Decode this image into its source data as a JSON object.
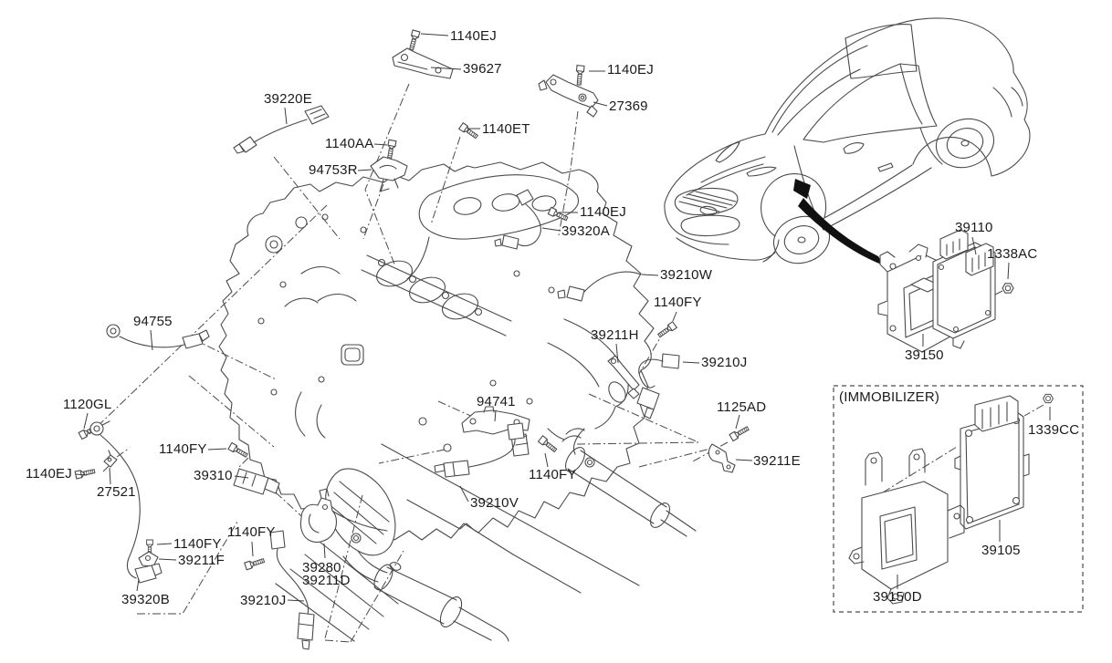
{
  "page": {
    "background": "#ffffff",
    "line_color": "#4a4a4a",
    "text_color": "#1a1a1a",
    "arrow_color": "#111111"
  },
  "diagram": {
    "kind": "engine-control-module-parts-diagram",
    "immobilizer_caption": "(IMMOBILIZER)"
  },
  "labels": [
    {
      "id": "1140EJ-a",
      "text": "1140EJ"
    },
    {
      "id": "39627",
      "text": "39627"
    },
    {
      "id": "1140EJ-b",
      "text": "1140EJ"
    },
    {
      "id": "27369",
      "text": "27369"
    },
    {
      "id": "39220E",
      "text": "39220E"
    },
    {
      "id": "1140ET",
      "text": "1140ET"
    },
    {
      "id": "1140AA",
      "text": "1140AA"
    },
    {
      "id": "94753R",
      "text": "94753R"
    },
    {
      "id": "1140EJ-c",
      "text": "1140EJ"
    },
    {
      "id": "39320A",
      "text": "39320A"
    },
    {
      "id": "39210W",
      "text": "39210W"
    },
    {
      "id": "1140FY-a",
      "text": "1140FY"
    },
    {
      "id": "39211H",
      "text": "39211H"
    },
    {
      "id": "39210J-a",
      "text": "39210J"
    },
    {
      "id": "94755",
      "text": "94755"
    },
    {
      "id": "1120GL",
      "text": "1120GL"
    },
    {
      "id": "1140FY-b",
      "text": "1140FY"
    },
    {
      "id": "39310",
      "text": "39310"
    },
    {
      "id": "1140EJ-d",
      "text": "1140EJ"
    },
    {
      "id": "27521",
      "text": "27521"
    },
    {
      "id": "94741",
      "text": "94741"
    },
    {
      "id": "1125AD",
      "text": "1125AD"
    },
    {
      "id": "39211E",
      "text": "39211E"
    },
    {
      "id": "1140FY-c",
      "text": "1140FY"
    },
    {
      "id": "39210V",
      "text": "39210V"
    },
    {
      "id": "1140FY-d",
      "text": "1140FY"
    },
    {
      "id": "39211F",
      "text": "39211F"
    },
    {
      "id": "1140FY-e",
      "text": "1140FY"
    },
    {
      "id": "39280",
      "text": "39280"
    },
    {
      "id": "39211D",
      "text": "39211D"
    },
    {
      "id": "39320B",
      "text": "39320B"
    },
    {
      "id": "39210J-b",
      "text": "39210J"
    },
    {
      "id": "39110",
      "text": "39110"
    },
    {
      "id": "1338AC",
      "text": "1338AC"
    },
    {
      "id": "39150",
      "text": "39150"
    },
    {
      "id": "immobilizer-caption",
      "text": "(IMMOBILIZER)"
    },
    {
      "id": "1339CC",
      "text": "1339CC"
    },
    {
      "id": "39105",
      "text": "39105"
    },
    {
      "id": "39150D",
      "text": "39150D"
    }
  ]
}
